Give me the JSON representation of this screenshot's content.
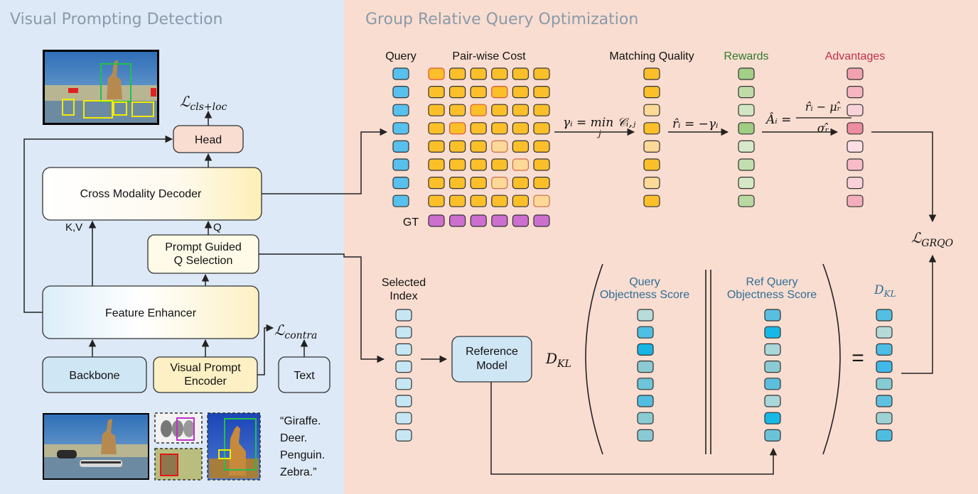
{
  "left_panel": {
    "title": "Visual Prompting Detection",
    "blocks": {
      "head": "Head",
      "decoder": "Cross Modality Decoder",
      "qsel_line1": "Prompt Guided",
      "qsel_line2": "Q Selection",
      "enhancer": "Feature Enhancer",
      "backbone": "Backbone",
      "vpe_line1": "Visual Prompt",
      "vpe_line2": "Encoder",
      "text": "Text"
    },
    "arrow_labels": {
      "kv": "K,V",
      "q": "Q"
    },
    "losses": {
      "cls_loc": {
        "sym": "ℒ",
        "sub": "cls+loc"
      },
      "contra": {
        "sym": "ℒ",
        "sub": "contra"
      }
    },
    "prompt_text": [
      "“Giraffe.",
      "Deer.",
      "Penguin.",
      "Zebra.”"
    ]
  },
  "right_panel": {
    "title": "Group Relative Query Optimization",
    "headers": {
      "query": "Query",
      "cost": "Pair-wise Cost",
      "quality": "Matching Quality",
      "rewards": "Rewards",
      "advantages": "Advantages",
      "gt": "GT",
      "selected_line1": "Selected",
      "selected_line2": "Index",
      "ref_model_line1": "Reference",
      "ref_model_line2": "Model",
      "qos_line1": "Query",
      "qos_line2": "Objectness Score",
      "refqos_line1": "Ref Query",
      "refqos_line2": "Objectness Score"
    },
    "formulas": {
      "gamma": "γᵢ = min 𝒞ᵢ,ⱼ",
      "gamma_sub": "j",
      "reward": "r̂ᵢ = −γᵢ",
      "adv_lhs": "Âᵢ =",
      "adv_num": "r̂ᵢ − μᵣ̂",
      "adv_den": "σᵣ̂"
    },
    "dkl": {
      "sym": "D",
      "sub": "KL"
    },
    "equals": "=",
    "loss_grqo": {
      "sym": "ℒ",
      "sub": "GRQO"
    }
  },
  "colors": {
    "left_bg": "#dde9f6",
    "right_bg": "#f9ddd0",
    "query_blue": "#58c0ec",
    "cost_orange": "#fbbf2a",
    "cost_light": "#fcd997",
    "gt_magenta": "#cc6fcf",
    "reward_green": "#a8d08d",
    "adv_pink": "#f3a3b3",
    "rewards_text": "#2d7a2d",
    "advantages_text": "#c0304a",
    "score_text": "#2f6e96"
  },
  "matrix_cells": [
    [
      "h",
      "o",
      "o",
      "o",
      "o",
      "o"
    ],
    [
      "o",
      "o",
      "o",
      "h",
      "o",
      "o"
    ],
    [
      "o",
      "o",
      "h",
      "o",
      "o",
      "o"
    ],
    [
      "o",
      "h",
      "o",
      "o",
      "o",
      "o"
    ],
    [
      "o",
      "o",
      "o",
      "l",
      "o",
      "o"
    ],
    [
      "o",
      "o",
      "o",
      "o",
      "l",
      "o"
    ],
    [
      "o",
      "o",
      "o",
      "l",
      "o",
      "o"
    ],
    [
      "o",
      "o",
      "o",
      "o",
      "o",
      "l"
    ]
  ],
  "quality_cells": [
    "o",
    "o",
    "l",
    "o",
    "l",
    "o",
    "l",
    "o"
  ],
  "reward_cells": [
    "#a3cf86",
    "#bfdca8",
    "#d3e6c4",
    "#9fcd82",
    "#d8e9cb",
    "#c2deae",
    "#d4e7c6",
    "#b9d9a1"
  ],
  "adv_cells": [
    "#f2a1b0",
    "#f5b6c2",
    "#fad3da",
    "#ee8ca1",
    "#fcdfe4",
    "#f7bcc8",
    "#fad1d9",
    "#f4adbc"
  ],
  "selected_cells": [
    "#c6e6f4",
    "#c6e6f4",
    "#c6e6f4",
    "#c6e6f4",
    "#c6e6f4",
    "#c6e6f4",
    "#c6e6f4",
    "#c6e6f4"
  ],
  "qos_cells": [
    "#b7dcda",
    "#4fbfe3",
    "#16b5e3",
    "#8ccbd3",
    "#6ec4d8",
    "#53bde1",
    "#8bcbd3",
    "#8acad4"
  ],
  "refqos_cells": [
    "#59bfe0",
    "#14b9e8",
    "#aad7d9",
    "#8bcbd4",
    "#5dbfdd",
    "#aad7d9",
    "#17b8e6",
    "#6cc3d9"
  ],
  "dkl_cells": [
    "#52bfe3",
    "#b5dad8",
    "#4ebde4",
    "#3fb9e7",
    "#86cad4",
    "#5ec1df",
    "#9dd2d5",
    "#4fbde2"
  ]
}
